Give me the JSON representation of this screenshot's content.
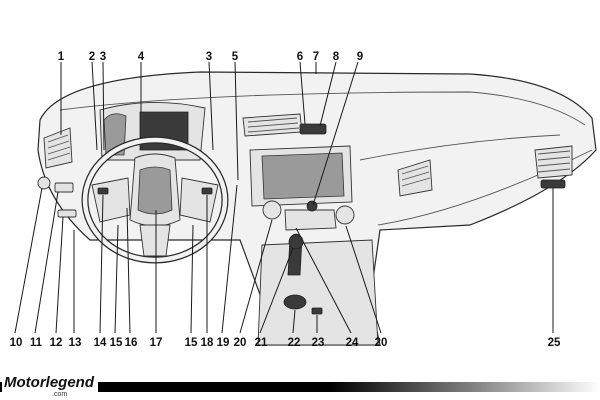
{
  "callouts": {
    "top": [
      {
        "id": "c1",
        "label": "1"
      },
      {
        "id": "c2",
        "label": "2"
      },
      {
        "id": "c3a",
        "label": "3"
      },
      {
        "id": "c4",
        "label": "4"
      },
      {
        "id": "c3b",
        "label": "3"
      },
      {
        "id": "c5",
        "label": "5"
      },
      {
        "id": "c6",
        "label": "6"
      },
      {
        "id": "c7",
        "label": "7"
      },
      {
        "id": "c8",
        "label": "8"
      },
      {
        "id": "c9",
        "label": "9"
      }
    ],
    "bottom": [
      {
        "id": "c10",
        "label": "10"
      },
      {
        "id": "c11",
        "label": "11"
      },
      {
        "id": "c12",
        "label": "12"
      },
      {
        "id": "c13",
        "label": "13"
      },
      {
        "id": "c14",
        "label": "14"
      },
      {
        "id": "c15a",
        "label": "15"
      },
      {
        "id": "c16",
        "label": "16"
      },
      {
        "id": "c17",
        "label": "17"
      },
      {
        "id": "c15b",
        "label": "15"
      },
      {
        "id": "c18",
        "label": "18"
      },
      {
        "id": "c19",
        "label": "19"
      },
      {
        "id": "c20a",
        "label": "20"
      },
      {
        "id": "c21",
        "label": "21"
      },
      {
        "id": "c22",
        "label": "22"
      },
      {
        "id": "c23",
        "label": "23"
      },
      {
        "id": "c24",
        "label": "24"
      },
      {
        "id": "c20b",
        "label": "20"
      },
      {
        "id": "c25",
        "label": "25"
      }
    ]
  },
  "watermark": {
    "brand": "Motorlegend",
    "domain": ".com"
  },
  "colors": {
    "line": "#1a1a1a",
    "fill_light": "#f2f2f2",
    "fill_dark": "#3a3a3a"
  }
}
